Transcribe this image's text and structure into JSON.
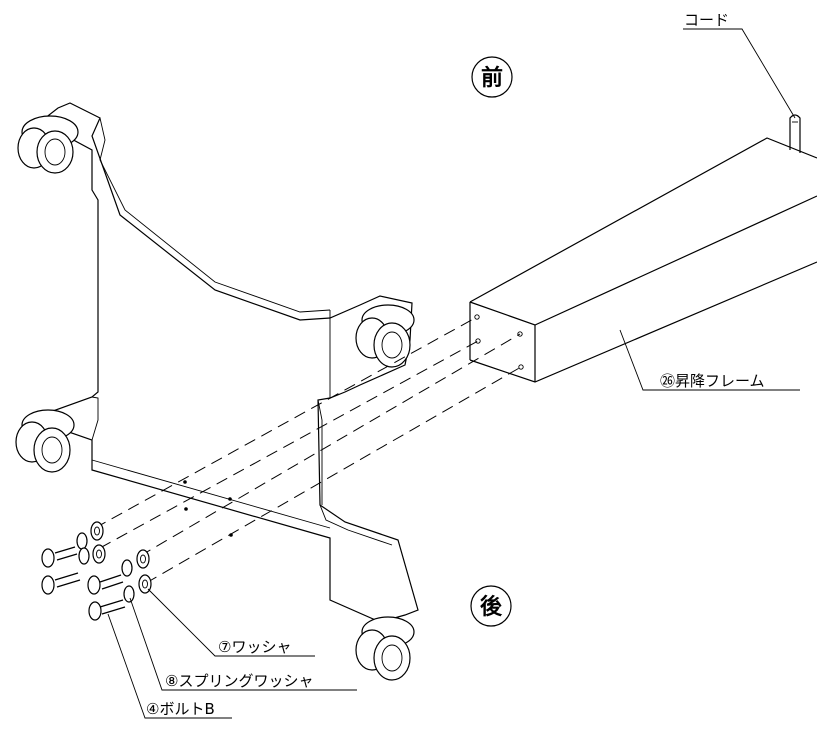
{
  "orientation": {
    "front": "前",
    "back": "後"
  },
  "labels": {
    "cord": "コード",
    "lift_frame": "㉖昇降フレーム",
    "washer": "⑦ワッシャ",
    "spring_washer": "⑧スプリングワッシャ",
    "bolt_b": "④ボルトB"
  }
}
